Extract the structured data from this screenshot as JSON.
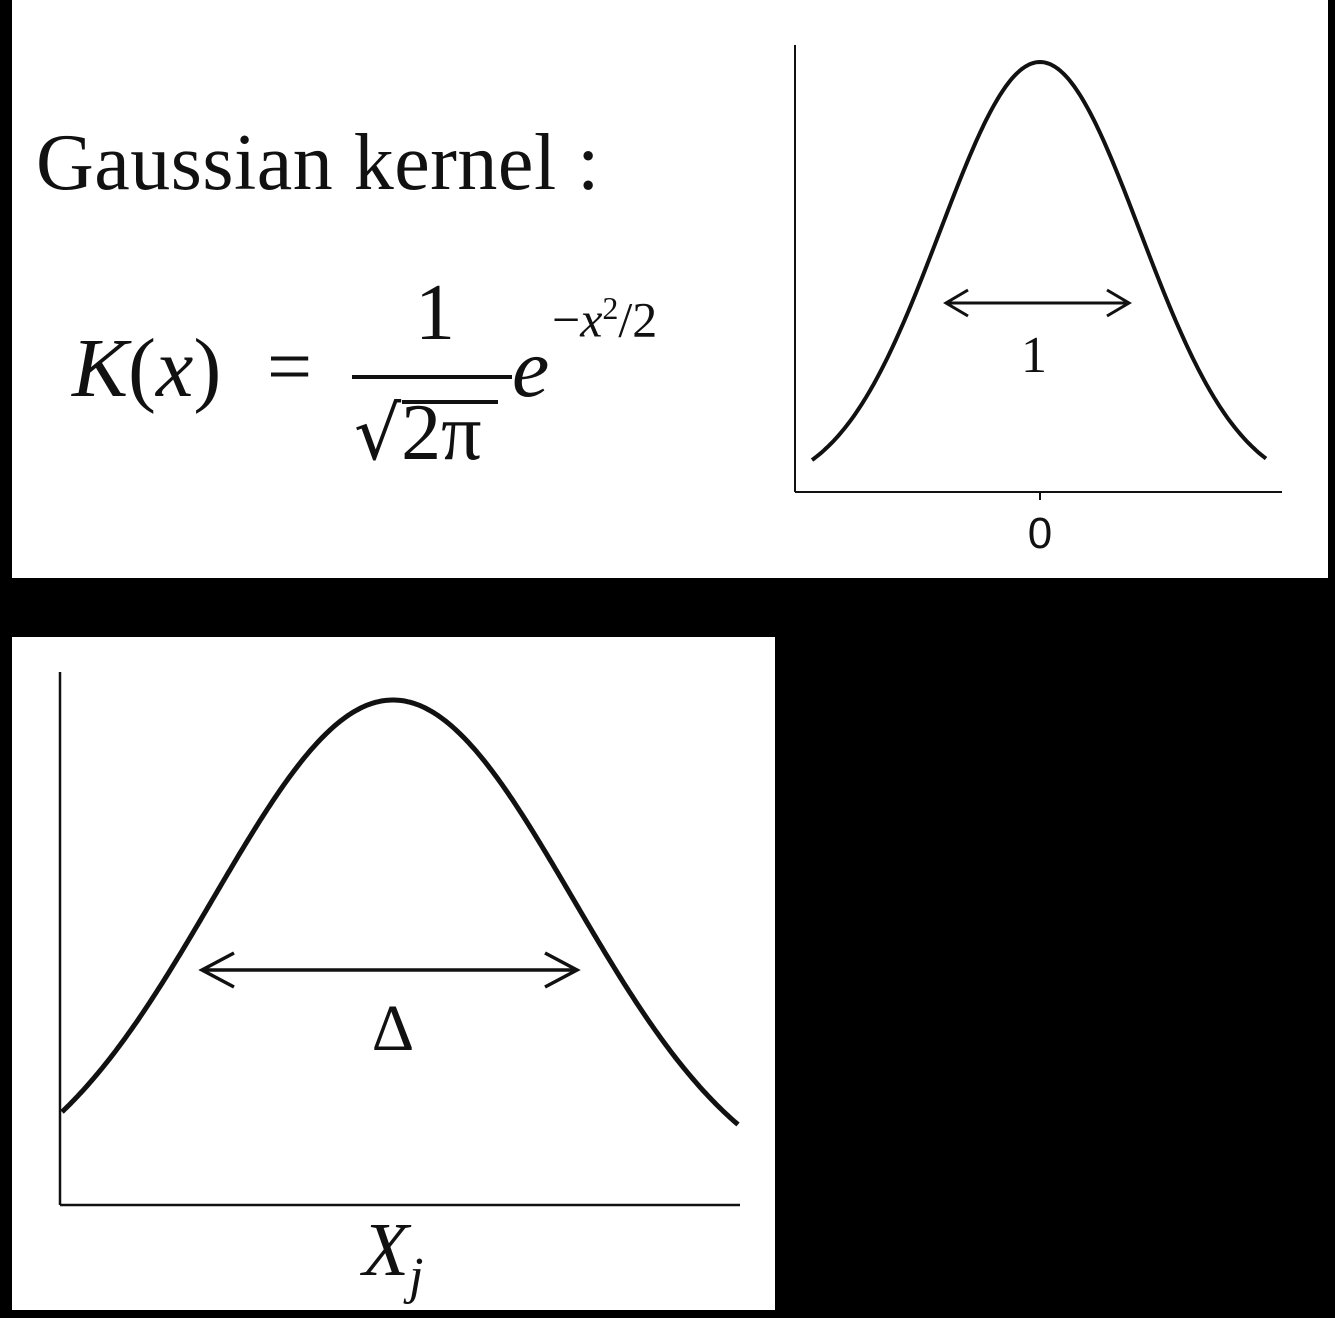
{
  "header": {
    "title": "Gaussian kernel :"
  },
  "formula": {
    "lhs_func": "K",
    "lhs_var": "x",
    "equals": "=",
    "numerator": "1",
    "radical": "√",
    "denominator": "2π",
    "base": "e",
    "exp_sign": "−",
    "exp_var": "x",
    "exp_power": "2",
    "exp_div": "/2"
  },
  "top_plot": {
    "width_label": "1",
    "x_tick_label": "0"
  },
  "bottom_plot": {
    "width_label": "Δ",
    "x_label_main": "X",
    "x_label_sub": "j"
  },
  "colors": {
    "background": "#000000",
    "panel": "#ffffff",
    "ink": "#111111"
  }
}
